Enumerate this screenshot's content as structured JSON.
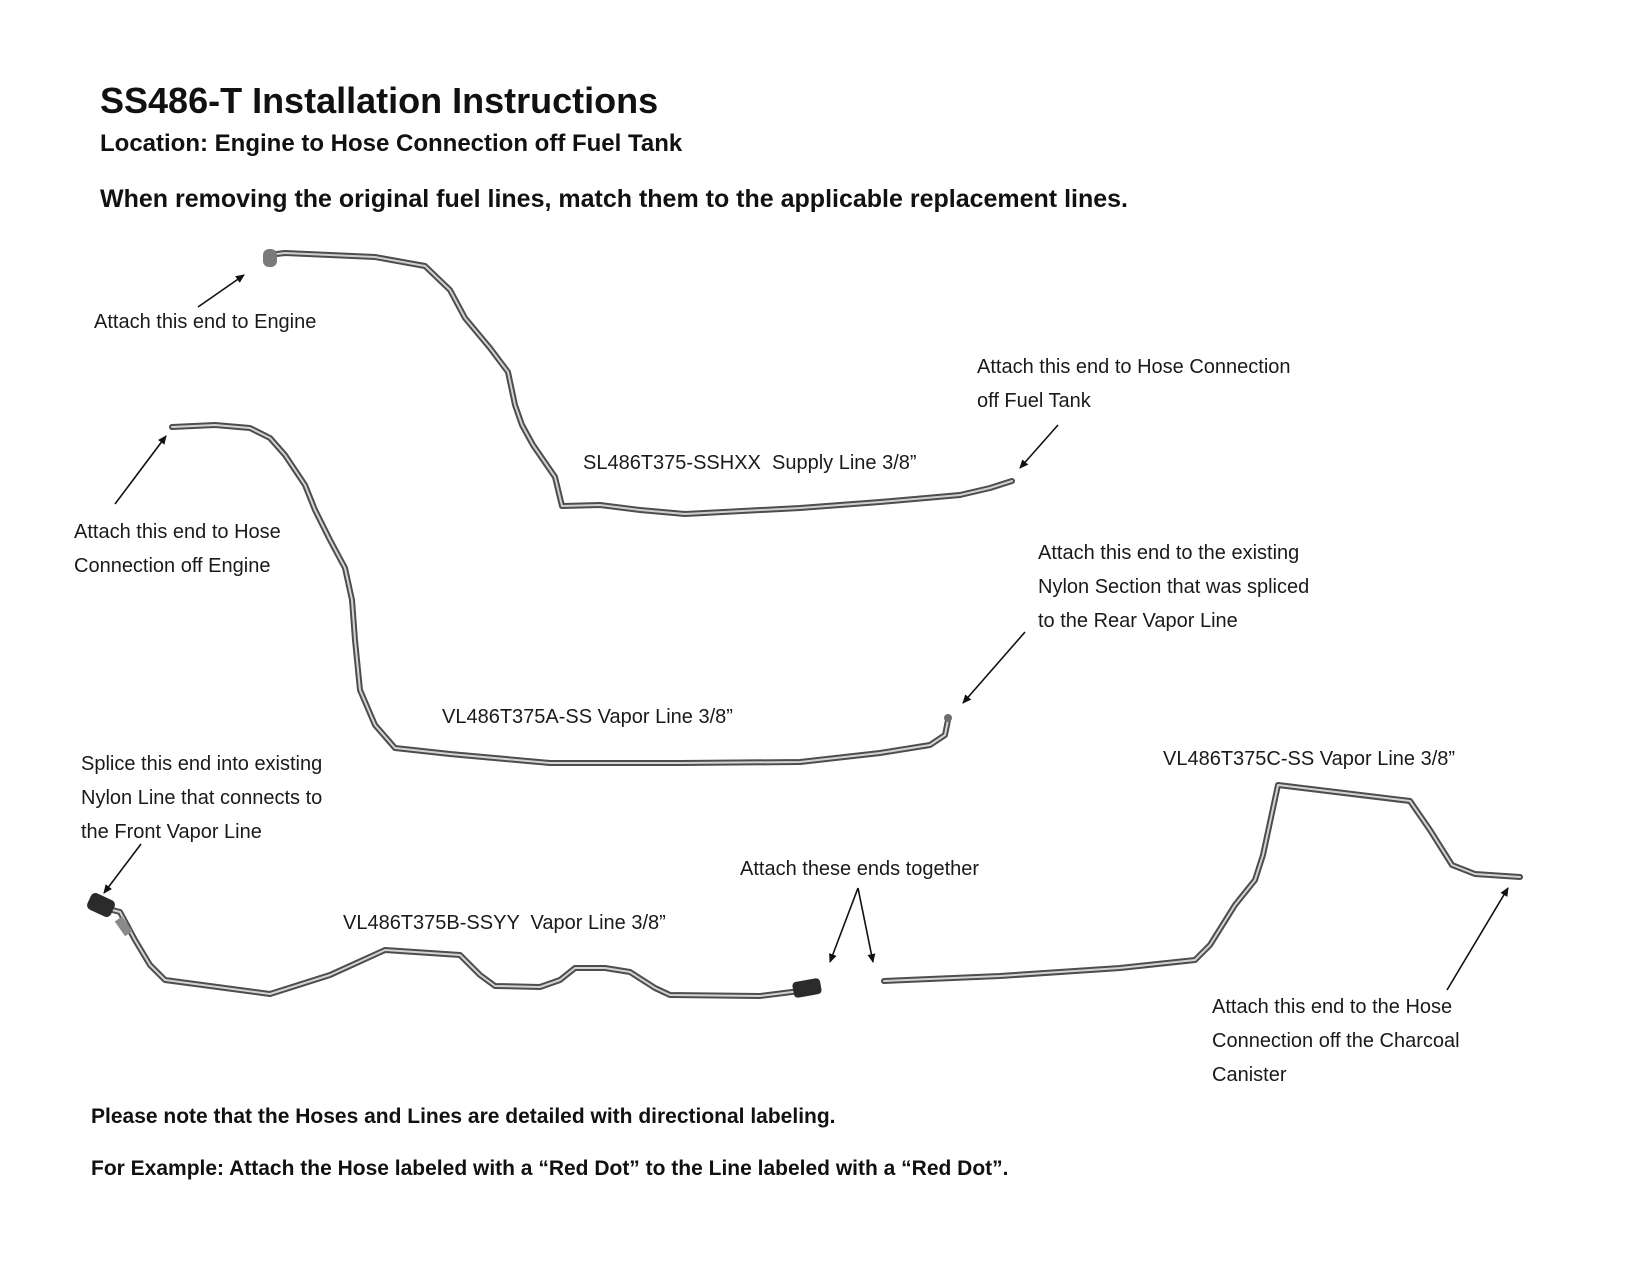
{
  "header": {
    "title": "SS486-T Installation Instructions",
    "location": "Location: Engine to Hose Connection off Fuel Tank",
    "instruction": "When removing the original fuel lines, match them to the applicable replacement lines."
  },
  "lines": {
    "supply": "SL486T375-SSHXX  Supply Line 3/8”",
    "vapor_a": "VL486T375A-SS Vapor Line 3/8”",
    "vapor_b": "VL486T375B-SSYY  Vapor Line 3/8”",
    "vapor_c": "VL486T375C-SS Vapor Line 3/8”"
  },
  "callouts": {
    "engine_end": [
      "Attach this end to Engine"
    ],
    "fuel_tank_end": [
      "Attach this end to Hose Connection",
      "off Fuel Tank"
    ],
    "engine_hose_end": [
      "Attach this end to Hose",
      "Connection off Engine"
    ],
    "nylon_section_end": [
      "Attach this end to the existing",
      "Nylon Section that was spliced",
      "to the Rear Vapor Line"
    ],
    "splice_end": [
      "Splice this end into existing",
      "Nylon Line that connects to",
      "the Front Vapor Line"
    ],
    "together_ends": [
      "Attach these ends together"
    ],
    "canister_end": [
      "Attach this end to the Hose",
      "Connection off the Charcoal",
      "Canister"
    ]
  },
  "footer": {
    "note_1": "Please note that the Hoses and Lines are detailed with directional labeling.",
    "note_2": "For Example: Attach the Hose labeled with a “Red Dot” to the Line labeled with a “Red Dot”."
  }
}
